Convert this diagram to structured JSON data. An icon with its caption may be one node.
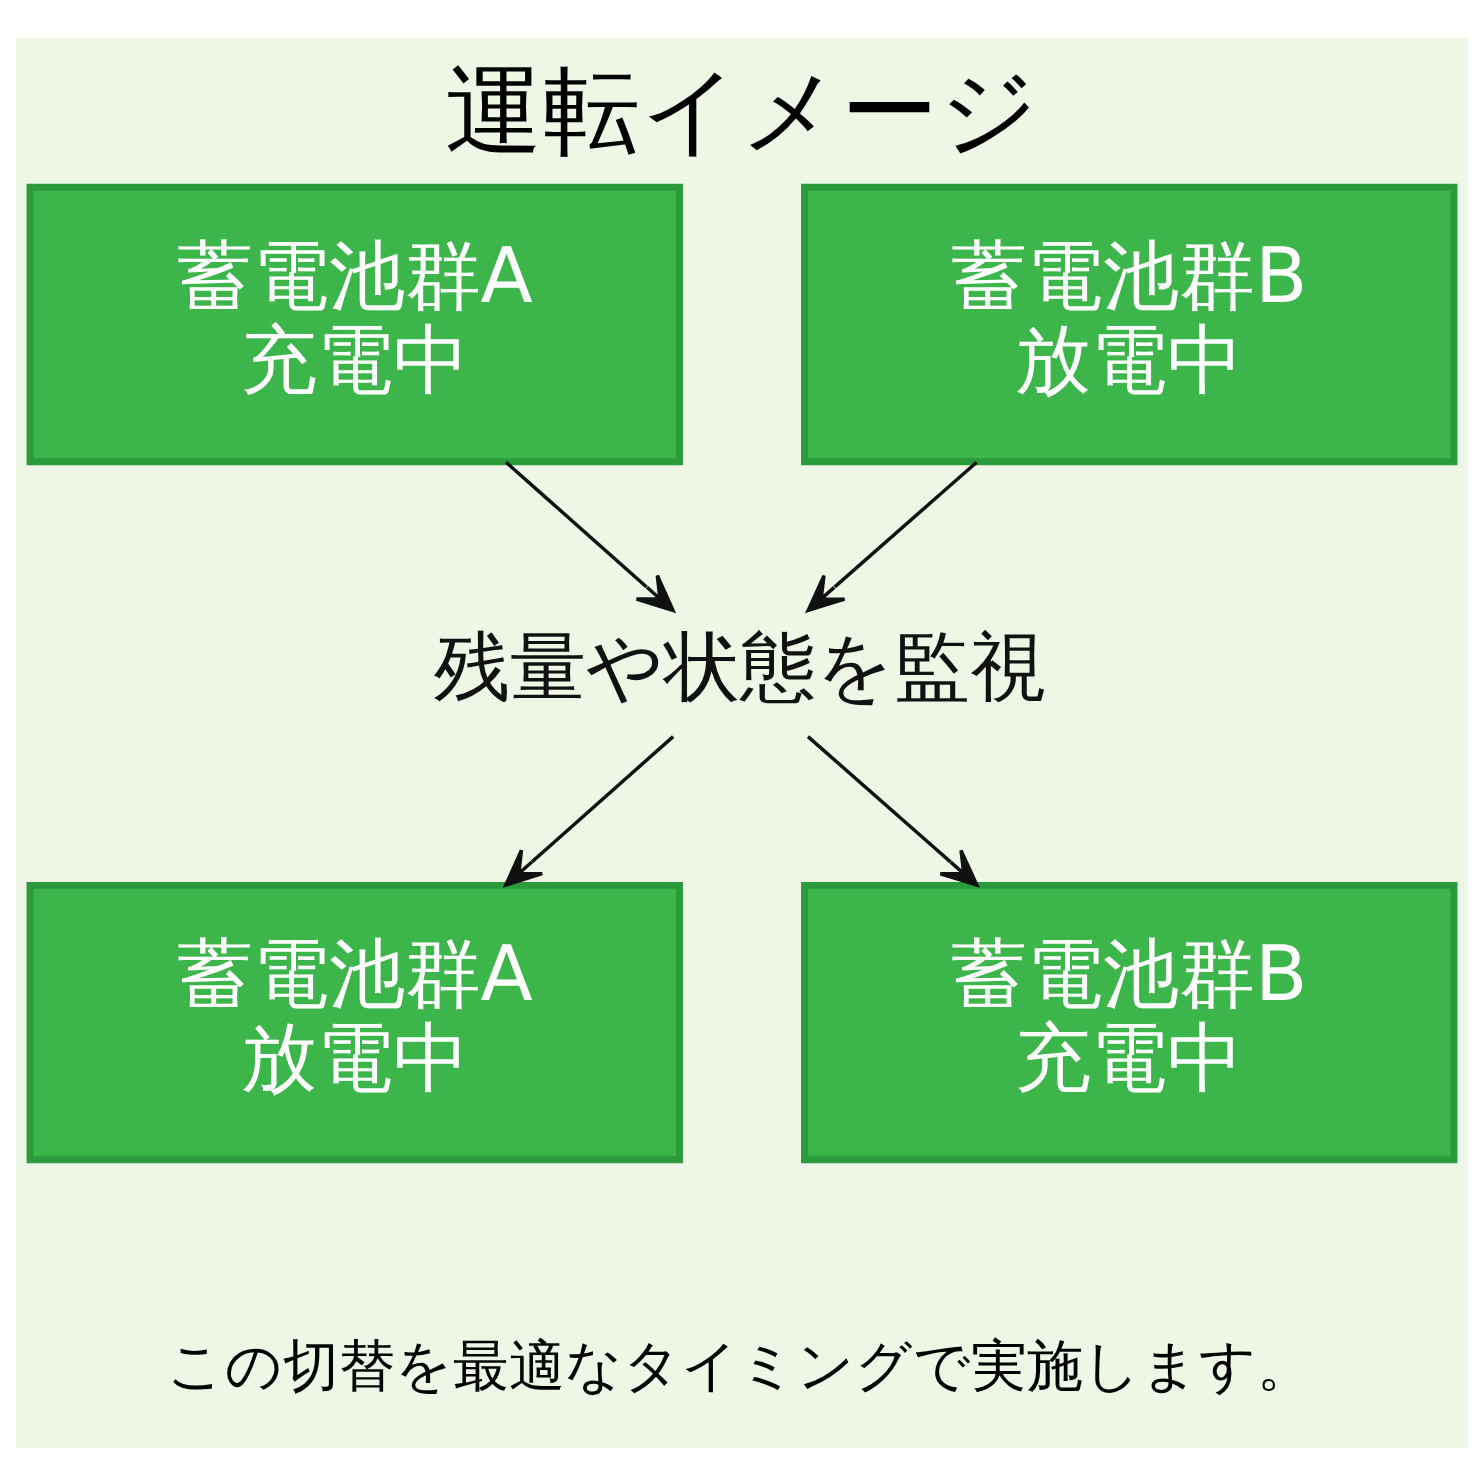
{
  "diagram": {
    "title": "運転イメージ",
    "caption": "この切替を最適なタイミングで実施します。",
    "nodes": [
      {
        "text": [
          "蓄電池群A",
          "充電中"
        ]
      },
      {
        "text": [
          "蓄電池群B",
          "放電中"
        ]
      },
      {
        "text": [
          "残量や状態を監視"
        ]
      },
      {
        "text": [
          "蓄電池群A",
          "放電中"
        ]
      },
      {
        "text": [
          "蓄電池群B",
          "充電中"
        ]
      }
    ],
    "edges": [
      {
        "from": 0,
        "to": 2,
        "arrow": "to"
      },
      {
        "from": 1,
        "to": 2,
        "arrow": "to"
      },
      {
        "from": 2,
        "to": 3,
        "arrow": "to"
      },
      {
        "from": 2,
        "to": 4,
        "arrow": "to"
      }
    ]
  }
}
